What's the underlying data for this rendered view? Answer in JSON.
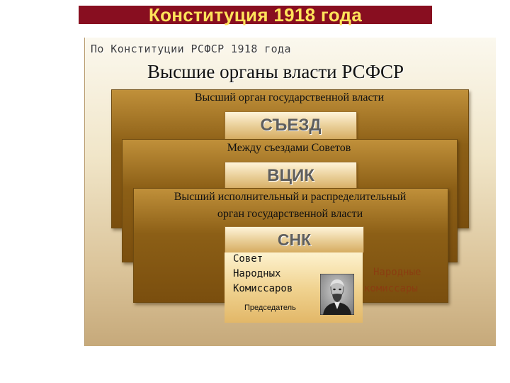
{
  "slide": {
    "title": "Конституция 1918 года"
  },
  "diagram": {
    "subtitle": "По Конституции РСФСР 1918 года",
    "heading": "Высшие органы власти РСФСР",
    "levels": [
      {
        "caption": "Высший орган государственной власти",
        "name": "СЪЕЗД"
      },
      {
        "caption": "Между съездами Советов",
        "name": "ВЦИК"
      },
      {
        "caption_line1": "Высший исполнительный и распределительный",
        "caption_line2": "орган государственной власти",
        "name": "СНК"
      }
    ],
    "snk_full_name": [
      "Совет",
      "Народных",
      "Комиссаров"
    ],
    "members_label": [
      "Народные",
      "комиссары"
    ],
    "chairman_label": "Председатель"
  },
  "colors": {
    "title_bar": "#880e20",
    "title_text": "#ffe35a",
    "card_brown": "#8c5f16",
    "accent_brown": "#8a3d10"
  },
  "icons": [
    "chairman-portrait-icon"
  ]
}
